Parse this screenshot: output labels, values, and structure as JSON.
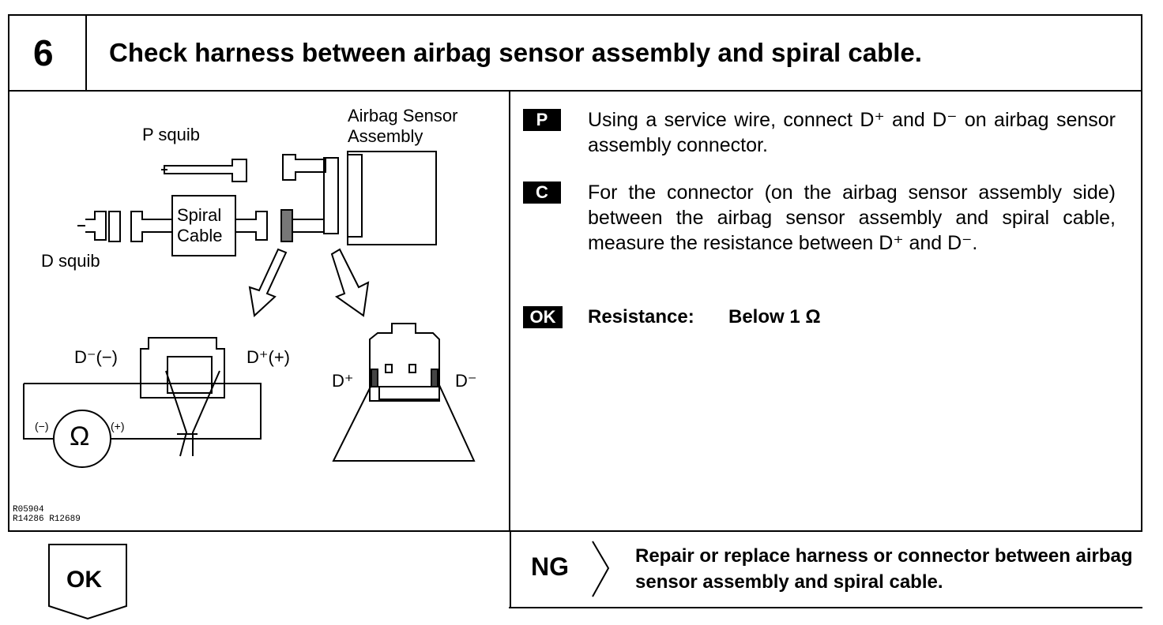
{
  "step": {
    "number": "6",
    "title": "Check harness between airbag sensor assembly and spiral cable."
  },
  "diagram": {
    "p_squib": "P squib",
    "d_squib": "D squib",
    "sensor_line1": "Airbag Sensor",
    "sensor_line2": "Assembly",
    "spiral_line1": "Spiral",
    "spiral_line2": "Cable",
    "d_minus_paren": "D⁻(−)",
    "d_plus_paren": "D⁺(+)",
    "ohm": "Ω",
    "minus": "(−)",
    "plus": "(+)",
    "d_plus": "D⁺",
    "d_minus": "D⁻",
    "ref1": "R05904",
    "ref2": "R14286 R12689"
  },
  "instructions": {
    "p_tag": "P",
    "p_text": "Using a service wire, connect D⁺ and D⁻ on airbag sensor assembly connector.",
    "c_tag": "C",
    "c_text": "For the connector (on the airbag sensor assembly side) between the airbag sensor assembly and spiral cable, measure the resistance between D⁺ and D⁻.",
    "ok_tag": "OK",
    "resistance_label": "Resistance:",
    "resistance_value": "Below 1 Ω"
  },
  "outcomes": {
    "ok_label": "OK",
    "ng_label": "NG",
    "ng_text": "Repair or replace harness or connector between airbag sensor assembly and spiral cable."
  }
}
